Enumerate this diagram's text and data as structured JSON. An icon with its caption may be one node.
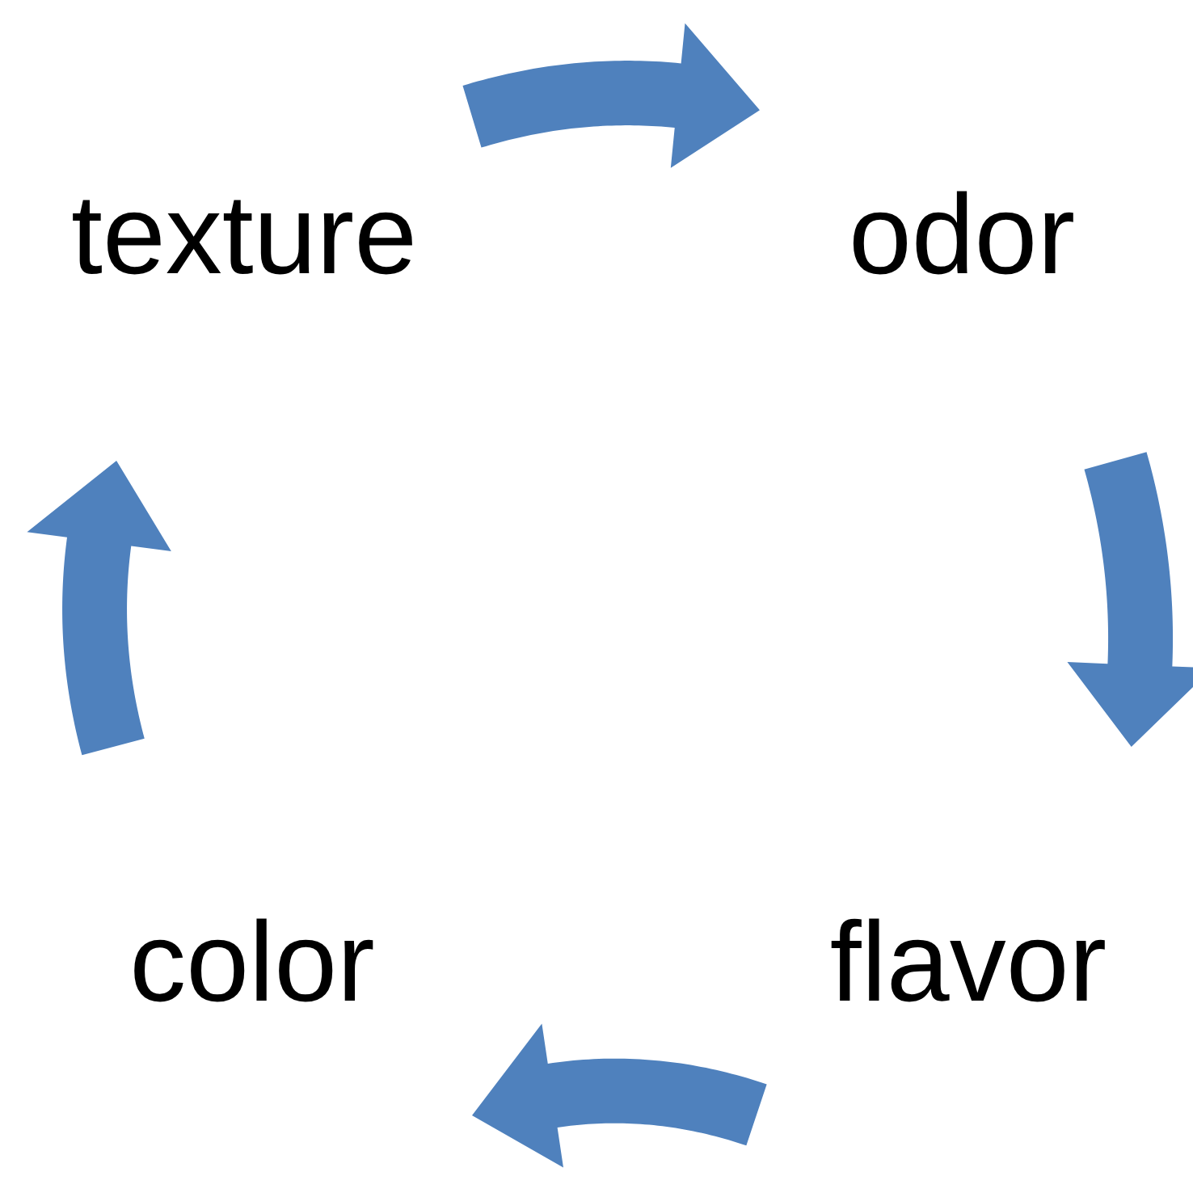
{
  "diagram": {
    "nodes": [
      {
        "text": [
          "texture"
        ]
      },
      {
        "text": [
          "odor"
        ]
      },
      {
        "text": [
          "flavor"
        ]
      },
      {
        "text": [
          "color"
        ]
      }
    ],
    "edges": [
      {
        "from": 0,
        "to": 1,
        "arrow": "to",
        "style": "thick"
      },
      {
        "from": 1,
        "to": 2,
        "arrow": "to",
        "style": "thick"
      },
      {
        "from": 2,
        "to": 3,
        "arrow": "to",
        "style": "thick"
      },
      {
        "from": 3,
        "to": 0,
        "arrow": "to",
        "style": "thick"
      }
    ]
  }
}
